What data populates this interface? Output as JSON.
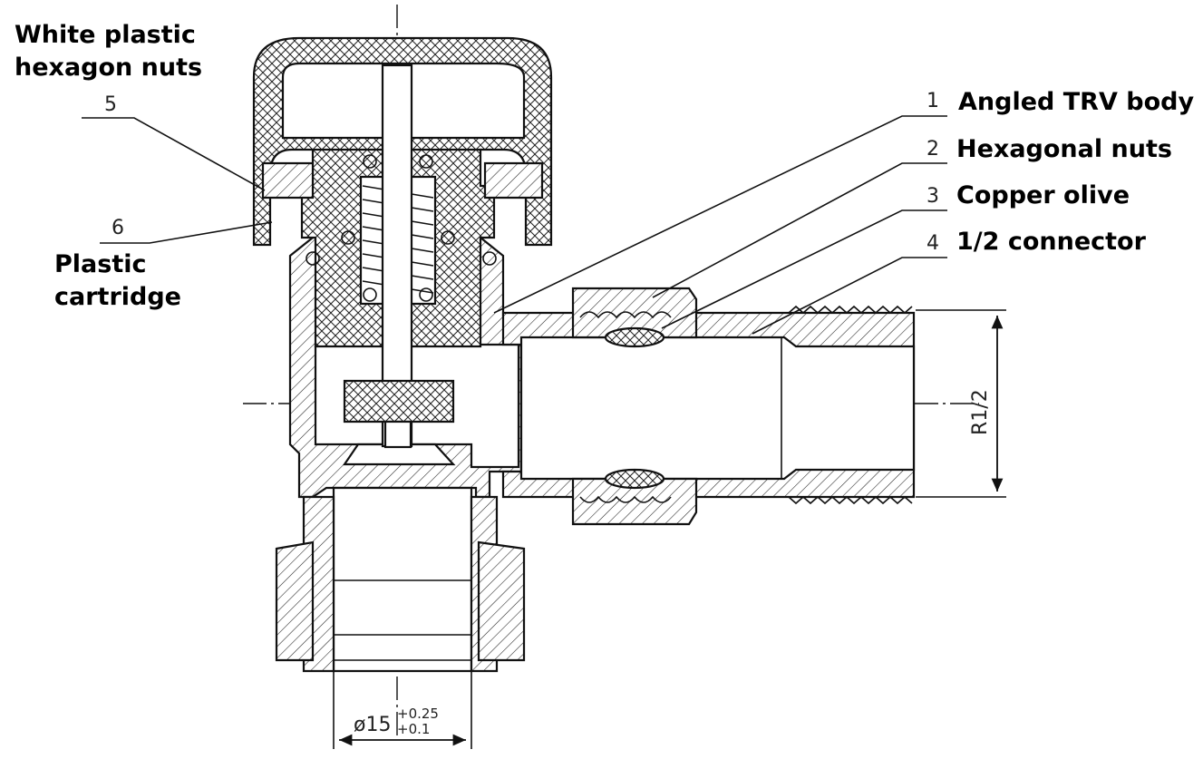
{
  "labels": {
    "white_plastic_line1": "White plastic",
    "white_plastic_line2": "hexagon nuts",
    "plastic_cartridge_line1": "Plastic",
    "plastic_cartridge_line2": "cartridge",
    "part1": "Angled TRV body",
    "part2": "Hexagonal nuts",
    "part3": "Copper olive",
    "part4": "1/2 connector"
  },
  "callout_numbers": {
    "n1": "1",
    "n2": "2",
    "n3": "3",
    "n4": "4",
    "n5": "5",
    "n6": "6"
  },
  "dimensions": {
    "thread": "R1/2",
    "diameter_main": "ø15",
    "tol_upper": "+0.25",
    "tol_lower": "+0.1"
  }
}
